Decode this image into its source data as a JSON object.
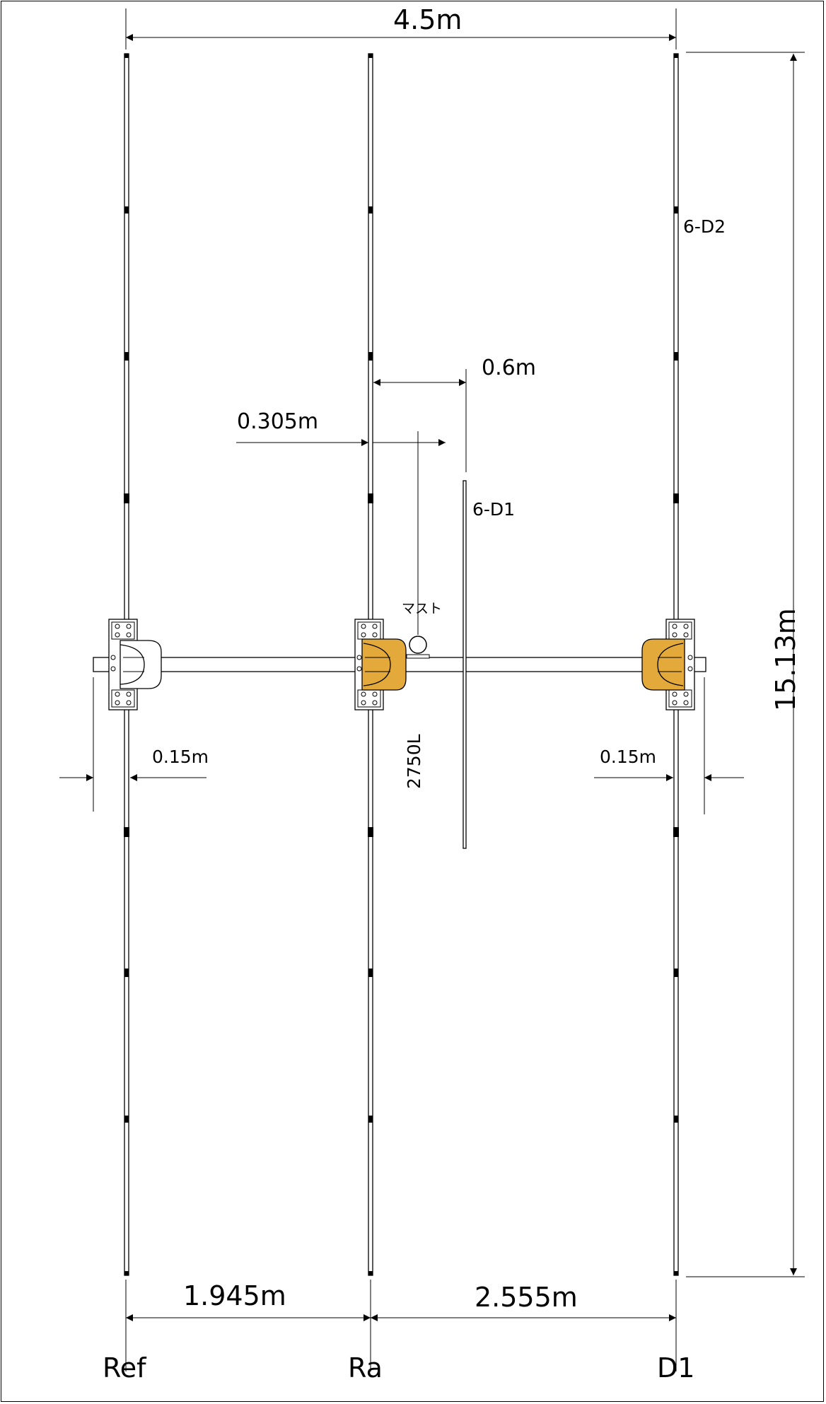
{
  "dimensions": {
    "total_length": "4.5m",
    "element_length": "15.13m",
    "ref_to_ra": "1.945m",
    "ra_to_d1": "2.555m",
    "ra_to_d1_small": "0.6m",
    "ra_to_mast": "0.305m",
    "ref_boom_end": "0.15m",
    "d1_boom_end": "0.15m",
    "small_director_length": "2750L"
  },
  "labels": {
    "element_d2": "6-D2",
    "element_d1_small": "6-D1",
    "mast": "マスト",
    "ref": "Ref",
    "ra": "Ra",
    "d1": "D1"
  },
  "colors": {
    "line": "#000000",
    "clamp_fill": "#e3a93a",
    "background": "#ffffff"
  }
}
